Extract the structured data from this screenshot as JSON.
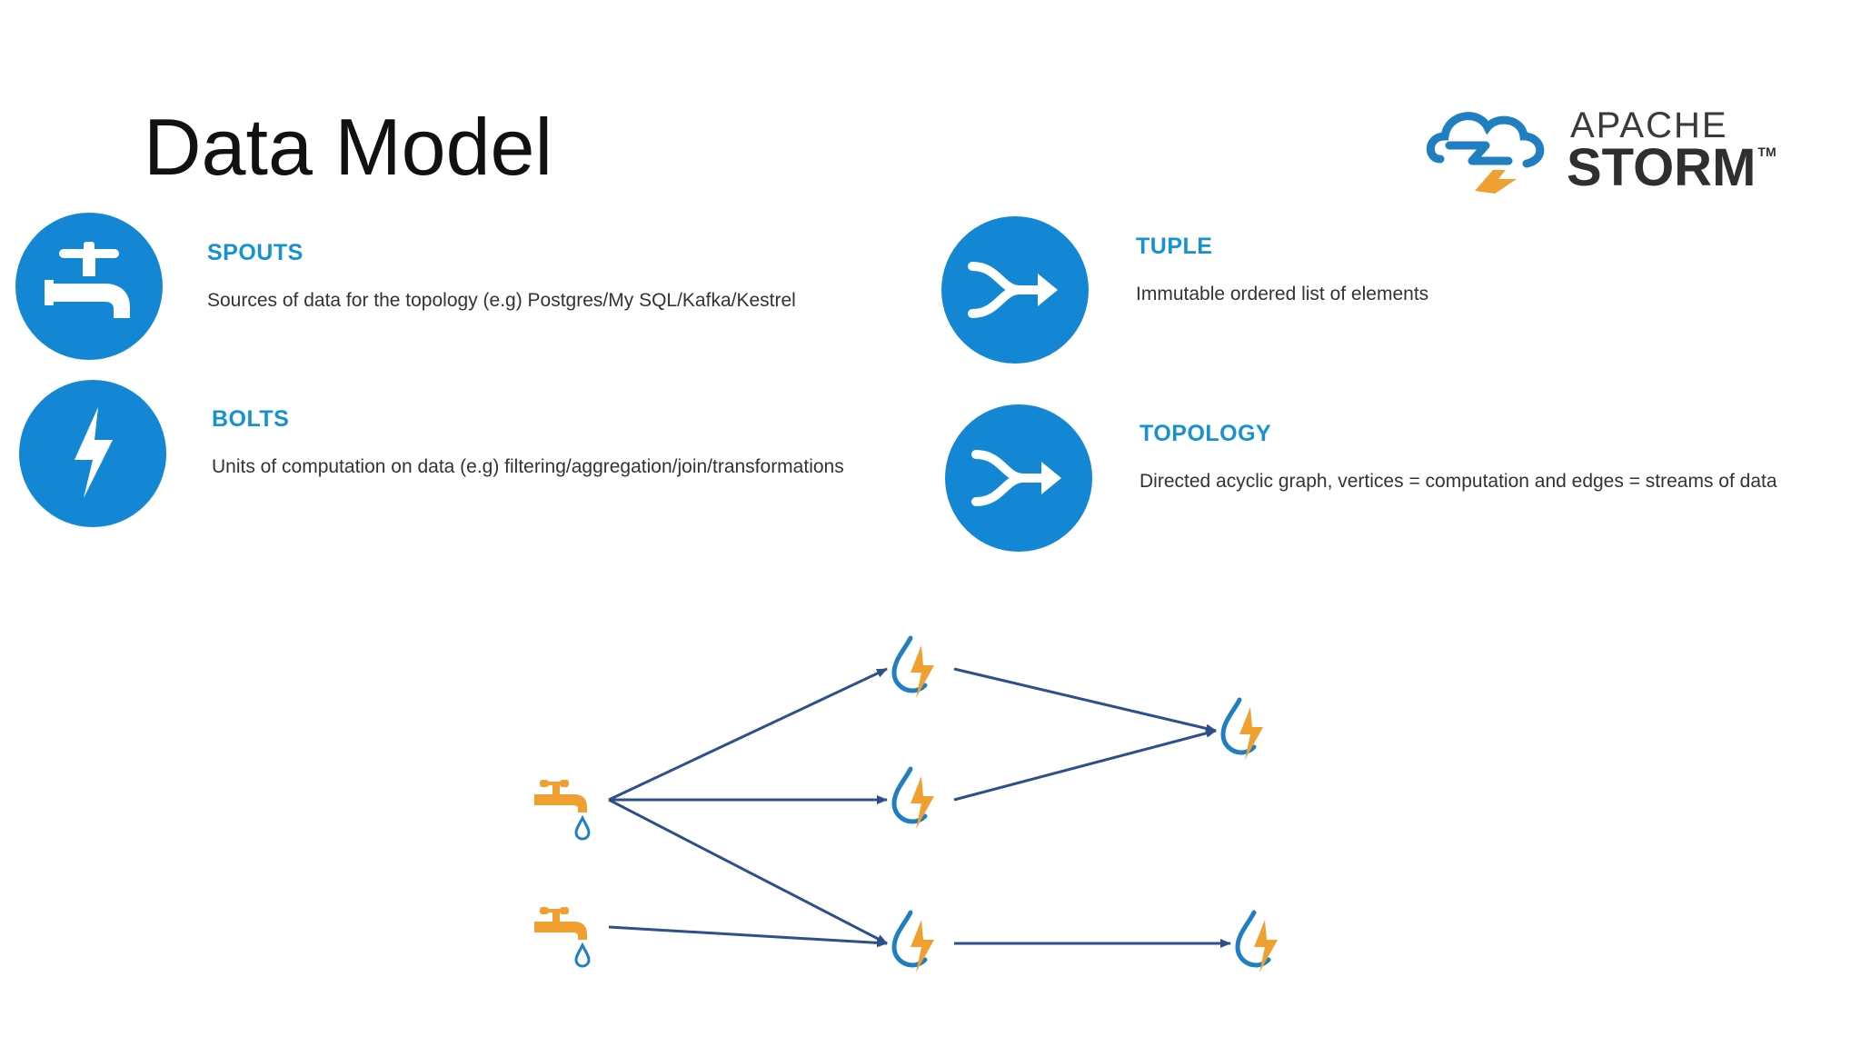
{
  "slide": {
    "title": "Data Model"
  },
  "logo": {
    "line1": "APACHE",
    "line2": "STORM",
    "trademark": "TM",
    "colors": {
      "cloud": "#1f7fc0",
      "bolt": "#f0a030"
    }
  },
  "concepts": [
    {
      "heading": "SPOUTS",
      "description": "Sources of data for the topology (e.g) Postgres/My SQL/Kafka/Kestrel",
      "icon": "faucet-icon"
    },
    {
      "heading": "BOLTS",
      "description": "Units of computation on data (e.g) filtering/aggregation/join/transformations",
      "icon": "lightning-bolt-icon"
    },
    {
      "heading": "TUPLE",
      "description": "Immutable ordered list of elements",
      "icon": "merge-arrow-icon"
    },
    {
      "heading": "TOPOLOGY",
      "description": "Directed acyclic graph, vertices = computation and edges = streams of data",
      "icon": "merge-arrow-icon"
    }
  ],
  "colors": {
    "accent": "#1487d4",
    "heading": "#1592cf",
    "spout_node": "#f0a030",
    "bolt_drop": "#1f7fc0",
    "edge": "#2d4f8c"
  },
  "topology": {
    "nodes": [
      {
        "id": "spout1",
        "kind": "spout"
      },
      {
        "id": "spout2",
        "kind": "spout"
      },
      {
        "id": "bolt1",
        "kind": "bolt"
      },
      {
        "id": "bolt2",
        "kind": "bolt"
      },
      {
        "id": "bolt3",
        "kind": "bolt"
      },
      {
        "id": "bolt4",
        "kind": "bolt"
      },
      {
        "id": "bolt5",
        "kind": "bolt"
      }
    ],
    "edges": [
      [
        "spout1",
        "bolt1"
      ],
      [
        "spout1",
        "bolt2"
      ],
      [
        "spout1",
        "bolt3"
      ],
      [
        "spout2",
        "bolt3"
      ],
      [
        "bolt1",
        "bolt4"
      ],
      [
        "bolt2",
        "bolt4"
      ],
      [
        "bolt3",
        "bolt5"
      ]
    ]
  }
}
